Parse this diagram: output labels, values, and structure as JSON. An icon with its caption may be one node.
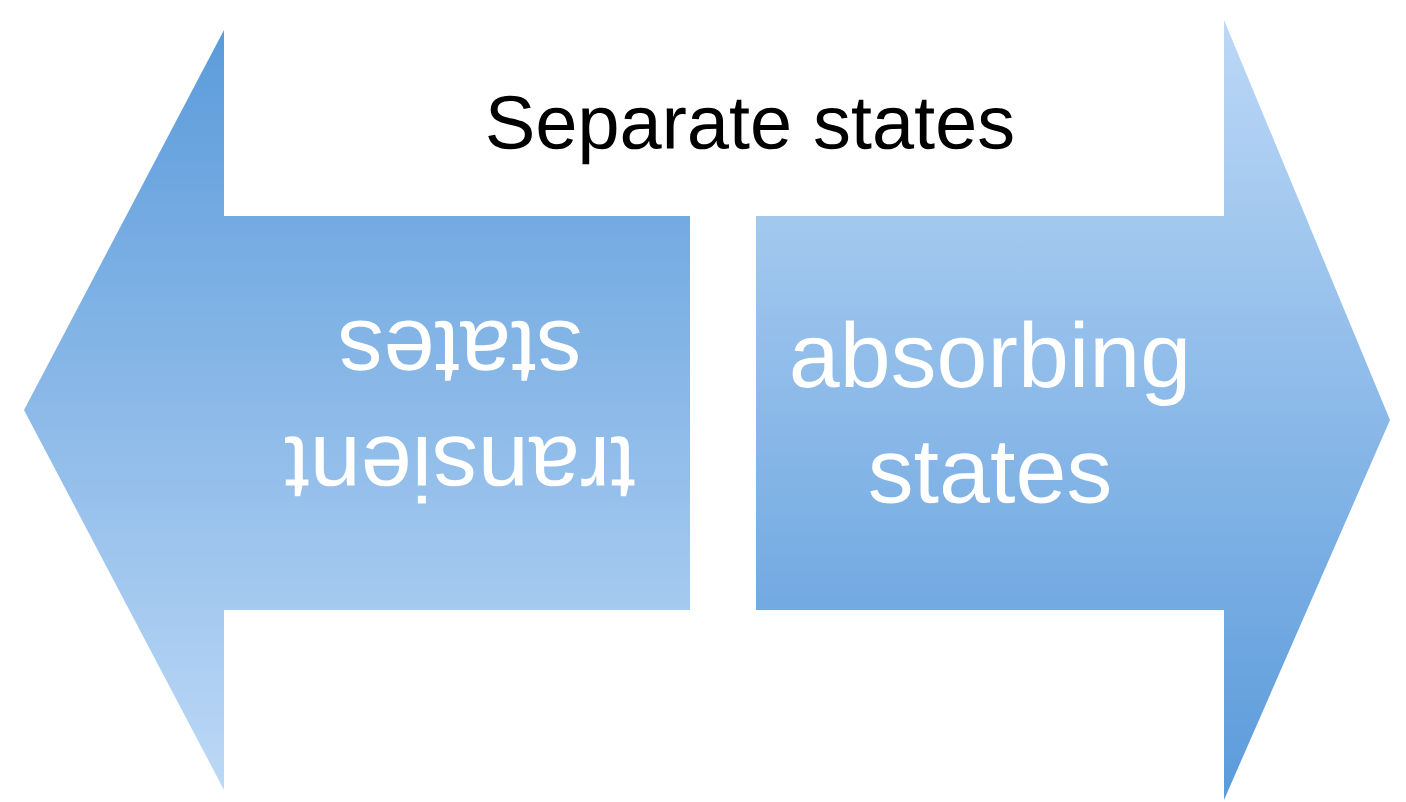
{
  "diagram": {
    "title": "Separate states",
    "nodes": [
      {
        "text": [
          "transient states"
        ]
      },
      {
        "text": [
          "absorbing states"
        ]
      }
    ]
  }
}
